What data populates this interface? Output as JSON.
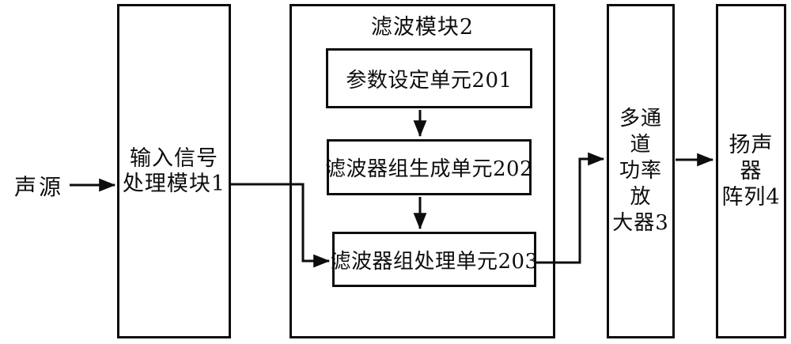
{
  "figure": {
    "colors": {
      "line": "#0d0d0d",
      "background": "#ffffff"
    },
    "source": {
      "label": "声源"
    },
    "input_module": {
      "label": "输入信号处理模块1",
      "lines": [
        "输入信号",
        "处理模块1"
      ]
    },
    "filter_module": {
      "title": "滤波模块2",
      "units": [
        {
          "label": "参数设定单元201"
        },
        {
          "label": "滤波器组生成单元202"
        },
        {
          "label": "滤波器组处理单元203"
        }
      ]
    },
    "amplifier": {
      "label": "多通道功率放大器3",
      "lines": [
        "多通道",
        "功率放",
        "大器3"
      ]
    },
    "speaker_array": {
      "label": "扬声器阵列4",
      "lines": [
        "扬声器",
        "阵列4"
      ]
    },
    "connections": [
      {
        "from": "声源",
        "to": "输入信号处理模块1"
      },
      {
        "from": "输入信号处理模块1",
        "to": "滤波器组处理单元203"
      },
      {
        "from": "参数设定单元201",
        "to": "滤波器组生成单元202"
      },
      {
        "from": "滤波器组生成单元202",
        "to": "滤波器组处理单元203"
      },
      {
        "from": "滤波器组处理单元203",
        "to": "多通道功率放大器3"
      },
      {
        "from": "多通道功率放大器3",
        "to": "扬声器阵列4"
      }
    ]
  }
}
